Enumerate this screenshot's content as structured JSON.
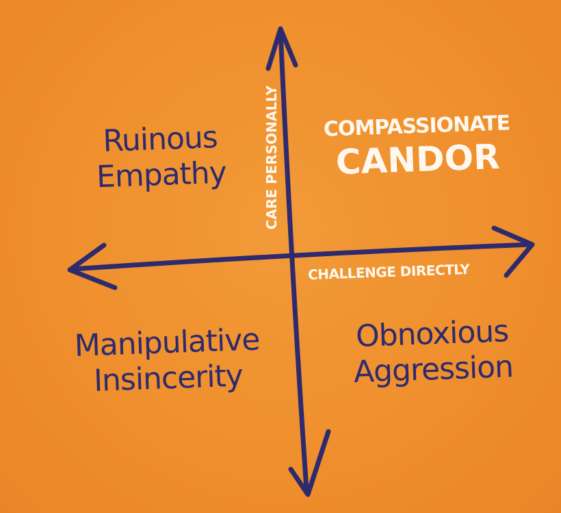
{
  "colors": {
    "background": "#F0912F",
    "ink": "#2E2A6E",
    "highlight": "#FFF8EE"
  },
  "axes": {
    "vertical": "CARE PERSONALLY",
    "horizontal": "CHALLENGE DIRECTLY"
  },
  "quadrants": {
    "top_left": {
      "line1": "Ruinous",
      "line2": "Empathy"
    },
    "top_right": {
      "line1": "COMPASSIONATE",
      "line2": "CANDOR"
    },
    "bottom_left": {
      "line1": "Manipulative",
      "line2": "Insincerity"
    },
    "bottom_right": {
      "line1": "Obnoxious",
      "line2": "Aggression"
    }
  }
}
